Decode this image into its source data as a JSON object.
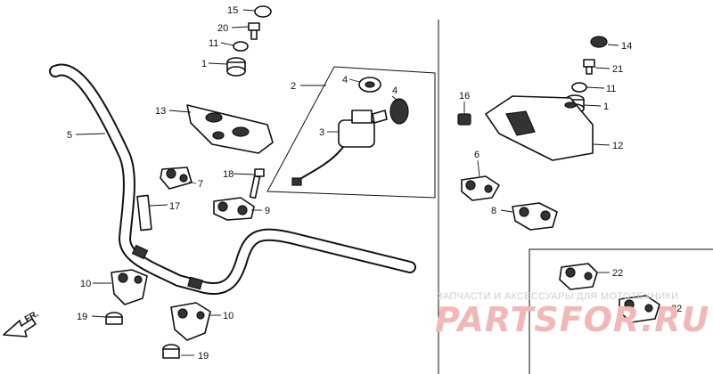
{
  "callouts": [
    {
      "id": "15",
      "text": "15"
    },
    {
      "id": "20",
      "text": "20"
    },
    {
      "id": "11a",
      "text": "11"
    },
    {
      "id": "1a",
      "text": "1"
    },
    {
      "id": "13",
      "text": "13"
    },
    {
      "id": "5",
      "text": "5"
    },
    {
      "id": "7",
      "text": "7"
    },
    {
      "id": "18",
      "text": "18"
    },
    {
      "id": "9",
      "text": "9"
    },
    {
      "id": "17",
      "text": "17"
    },
    {
      "id": "2",
      "text": "2"
    },
    {
      "id": "4a",
      "text": "4"
    },
    {
      "id": "4b",
      "text": "4"
    },
    {
      "id": "3",
      "text": "3"
    },
    {
      "id": "10a",
      "text": "10"
    },
    {
      "id": "19a",
      "text": "19"
    },
    {
      "id": "10b",
      "text": "10"
    },
    {
      "id": "19b",
      "text": "19"
    },
    {
      "id": "14",
      "text": "14"
    },
    {
      "id": "21",
      "text": "21"
    },
    {
      "id": "11b",
      "text": "11"
    },
    {
      "id": "1b",
      "text": "1"
    },
    {
      "id": "16",
      "text": "16"
    },
    {
      "id": "12",
      "text": "12"
    },
    {
      "id": "6",
      "text": "6"
    },
    {
      "id": "8",
      "text": "8"
    },
    {
      "id": "22a",
      "text": "22"
    },
    {
      "id": "22b",
      "text": "22"
    }
  ],
  "direction_label": "FR.",
  "watermark": {
    "top_text": "ЗАПЧАСТИ И АКСЕССУАРЫ ДЛЯ МОТОТЕХНИКИ",
    "logo_text": "PARTSFOR.RU",
    "logo_color": "#f2b8b8"
  }
}
